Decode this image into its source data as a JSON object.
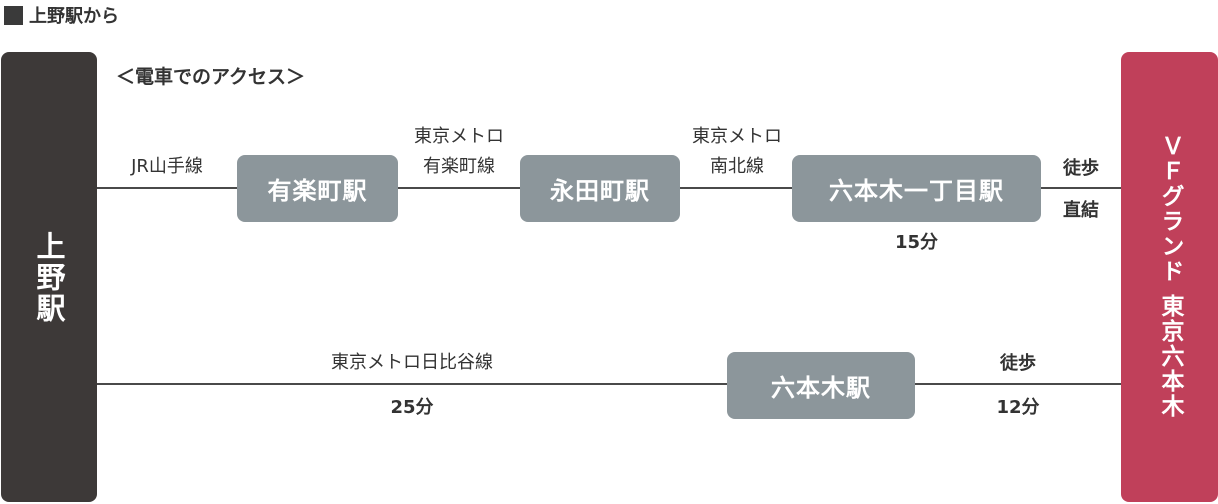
{
  "header": {
    "title": "上野駅から"
  },
  "origin": {
    "label": "上野駅"
  },
  "destination": {
    "label": "ＶＦグランド 東京六本木"
  },
  "section": {
    "subtitle": "＜電車でのアクセス＞"
  },
  "route1": {
    "segment1": {
      "line": "JR山手線"
    },
    "station1": "有楽町駅",
    "segment2": {
      "line_top": "東京メトロ",
      "line_bottom": "有楽町線"
    },
    "station2": "永田町駅",
    "segment3": {
      "line_top": "東京メトロ",
      "line_bottom": "南北線"
    },
    "station3": "六本木一丁目駅",
    "time": "15分",
    "segment4": {
      "top": "徒歩",
      "bottom": "直結"
    }
  },
  "route2": {
    "segment1": {
      "line": "東京メトロ日比谷線",
      "time": "25分"
    },
    "station1": "六本木駅",
    "segment2": {
      "top": "徒歩",
      "bottom": "12分"
    }
  },
  "colors": {
    "origin_bg": "#3d3938",
    "destination_bg": "#c0405a",
    "station_bg": "#8c969b",
    "line": "#4a4a4a"
  }
}
